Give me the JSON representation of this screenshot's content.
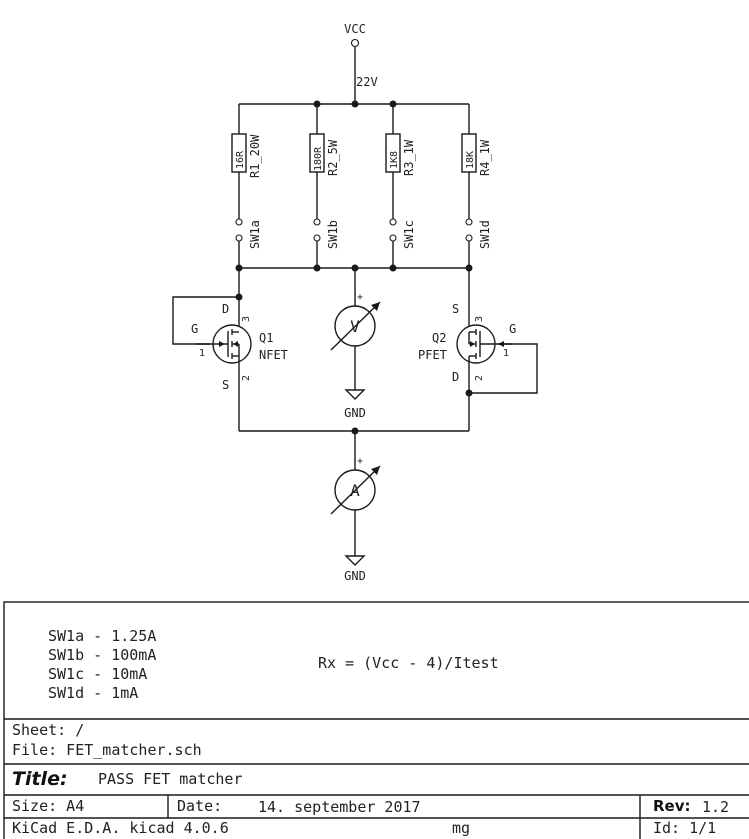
{
  "schematic": {
    "vcc_label": "VCC",
    "vcc_voltage": "22V",
    "resistors": [
      {
        "value": "16R",
        "ref": "R1_20W"
      },
      {
        "value": "180R",
        "ref": "R2_5W"
      },
      {
        "value": "1K8",
        "ref": "R3_1W"
      },
      {
        "value": "18K",
        "ref": "R4_1W"
      }
    ],
    "switches": [
      "SW1a",
      "SW1b",
      "SW1c",
      "SW1d"
    ],
    "q1": {
      "ref": "Q1",
      "type": "NFET",
      "d": "D",
      "g": "G",
      "s": "S",
      "pin_g": "1",
      "pin_s": "2",
      "pin_d": "3"
    },
    "q2": {
      "ref": "Q2",
      "type": "PFET",
      "d": "D",
      "g": "G",
      "s": "S",
      "pin_g": "1",
      "pin_d": "2",
      "pin_s": "3"
    },
    "voltmeter": "V",
    "ammeter": "A",
    "plus": "+",
    "gnd1": "GND",
    "gnd2": "GND"
  },
  "notes": {
    "switch_currents": [
      "SW1a - 1.25A",
      "SW1b - 100mA",
      "SW1c - 10mA",
      "SW1d - 1mA"
    ],
    "formula": "Rx = (Vcc - 4)/Itest"
  },
  "title_block": {
    "sheet": "Sheet: /",
    "file": "File: FET_matcher.sch",
    "title_label": "Title:",
    "title": "PASS FET matcher",
    "size": "Size: A4",
    "date_label": "Date:",
    "date": "14. september 2017",
    "rev_label": "Rev:",
    "rev": "1.2",
    "tool": "KiCad E.D.A.  kicad 4.0.6",
    "author": "mg",
    "id": "Id: 1/1"
  }
}
